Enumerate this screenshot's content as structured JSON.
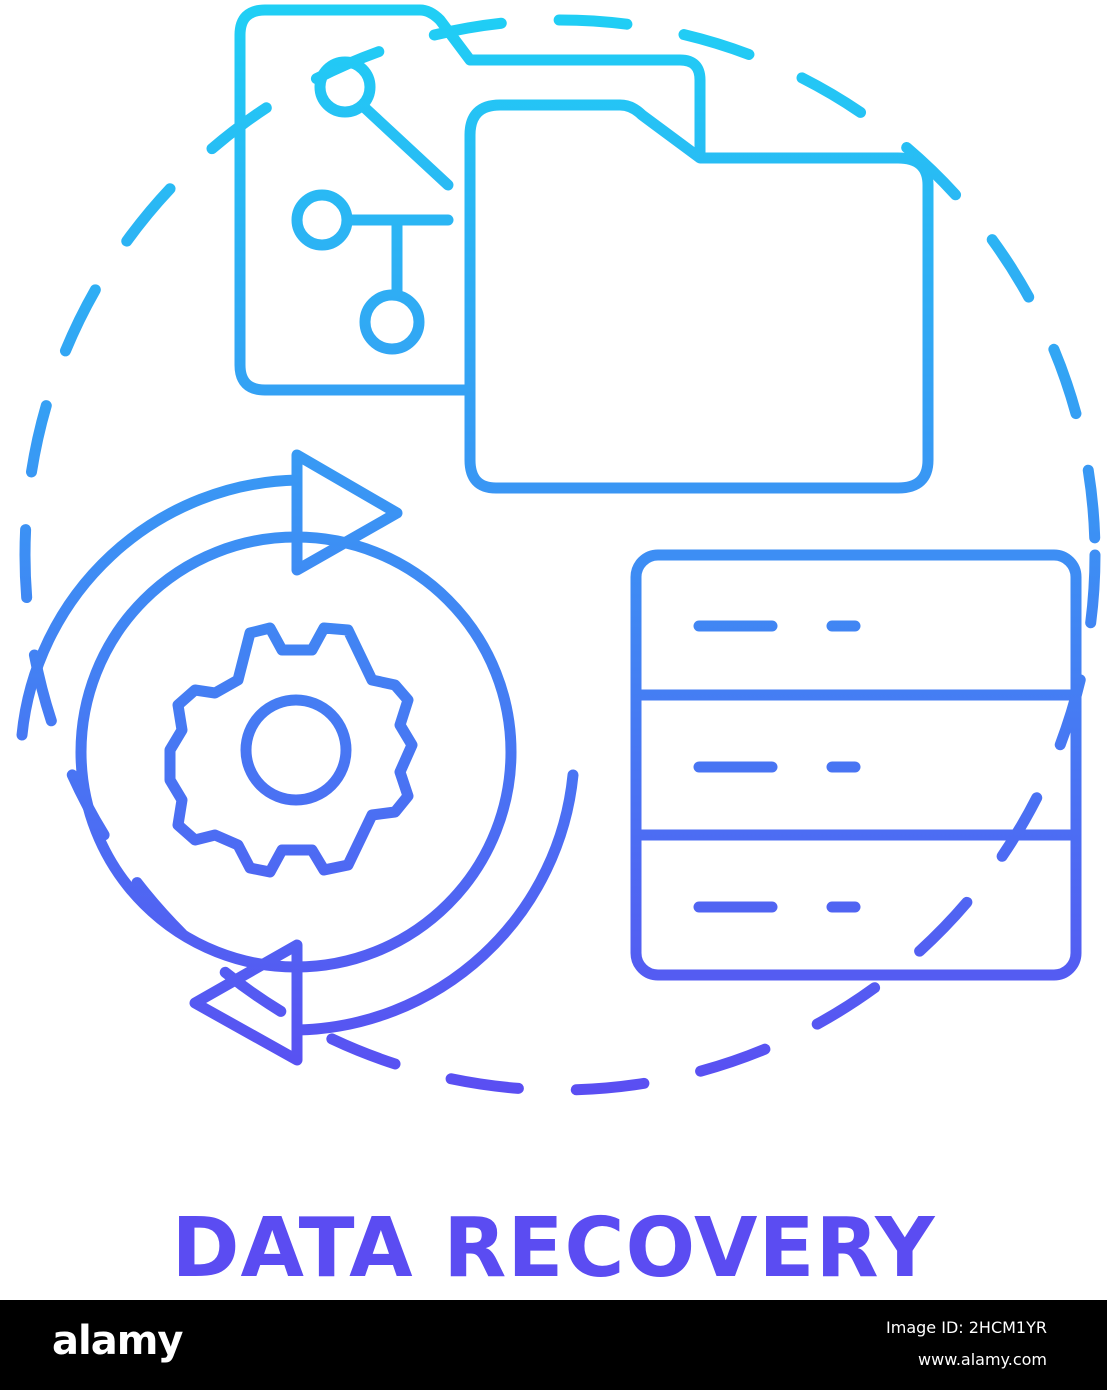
{
  "caption": {
    "text": "DATA RECOVERY",
    "color": "#5b4cf2"
  },
  "palette": {
    "gradient_top": "#1fd0f5",
    "gradient_bottom": "#5b4cf2"
  },
  "icons": [
    "folder-network-icon",
    "folder-icon",
    "gear-icon",
    "refresh-arrows-icon",
    "server-rack-icon",
    "dashed-circle-decoration"
  ],
  "footer": {
    "logo": "alamy",
    "image_id": "Image ID: 2HCM1YR",
    "url": "www.alamy.com"
  }
}
